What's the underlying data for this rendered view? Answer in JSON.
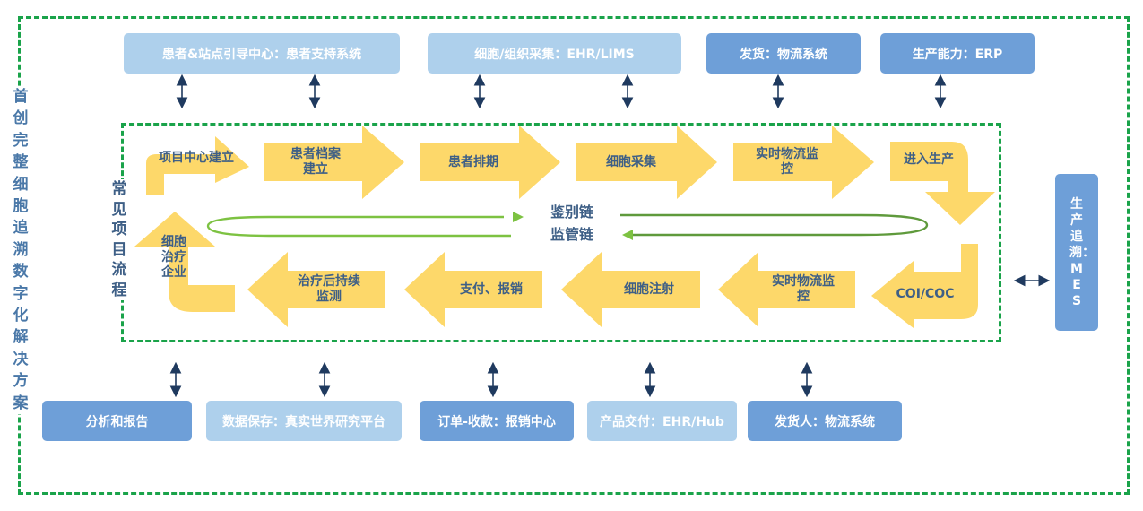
{
  "title": "首创完整细胞追溯数字化解决方案",
  "process_title": "常见项目流程",
  "top_systems": [
    "患者&站点引导中心：患者支持系统",
    "细胞/组织采集：EHR/LIMS",
    "发货：物流系统",
    "生产能力：ERP"
  ],
  "bottom_systems": [
    "分析和报告",
    "数据保存：真实世界研究平台",
    "订单-收款：报销中心",
    "产品交付：EHR/Hub",
    "发货人：物流系统"
  ],
  "side_system": "生产追溯：MES",
  "top_row_steps": [
    "项目中心建立",
    "患者档案建立",
    "患者排期",
    "细胞采集",
    "实时物流监控",
    "进入生产"
  ],
  "bottom_row_steps": [
    "细胞治疗企业",
    "治疗后持续监测",
    "支付、报销",
    "细胞注射",
    "实时物流监控",
    "COI/COC"
  ],
  "center_chain": [
    "鉴别链",
    "监管链"
  ],
  "colors": {
    "frame_green": "#1aa34a",
    "arrow_yellow": "#fdd86a",
    "box_light": "#aed0ec",
    "box_dark": "#6e9fd8",
    "text_blue": "#3e5f86"
  }
}
